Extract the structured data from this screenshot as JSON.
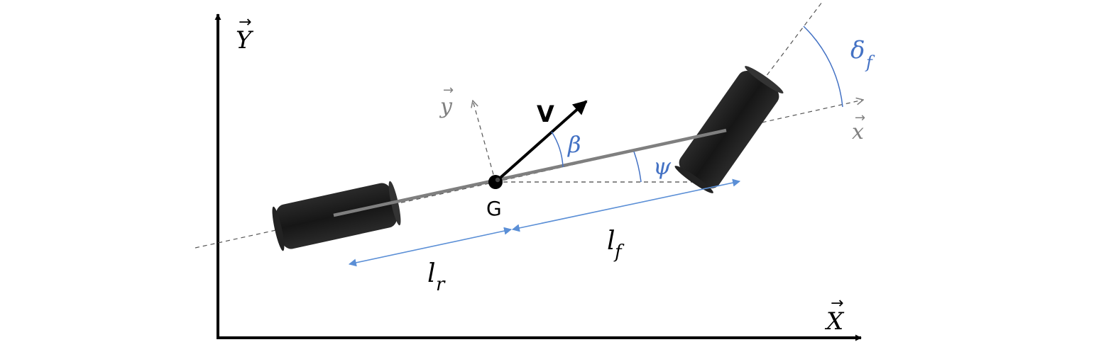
{
  "labels": {
    "global_y_axis": "Y",
    "global_x_axis": "X",
    "local_y_axis": "y",
    "local_x_axis": "x",
    "velocity": "V",
    "center_of_gravity": "G",
    "slip_angle": "β",
    "yaw_angle": "ψ",
    "steering_angle_base": "δ",
    "steering_angle_sub": "f",
    "front_length_base": "l",
    "front_length_sub": "f",
    "rear_length_base": "l",
    "rear_length_sub": "r"
  },
  "colors": {
    "axes": "#000000",
    "angle_labels": "#4472c4",
    "local_axes": "#808080",
    "chassis": "#808080",
    "wheel": "#1a1a1a",
    "dimension_arrows": "#5b8fd6"
  }
}
